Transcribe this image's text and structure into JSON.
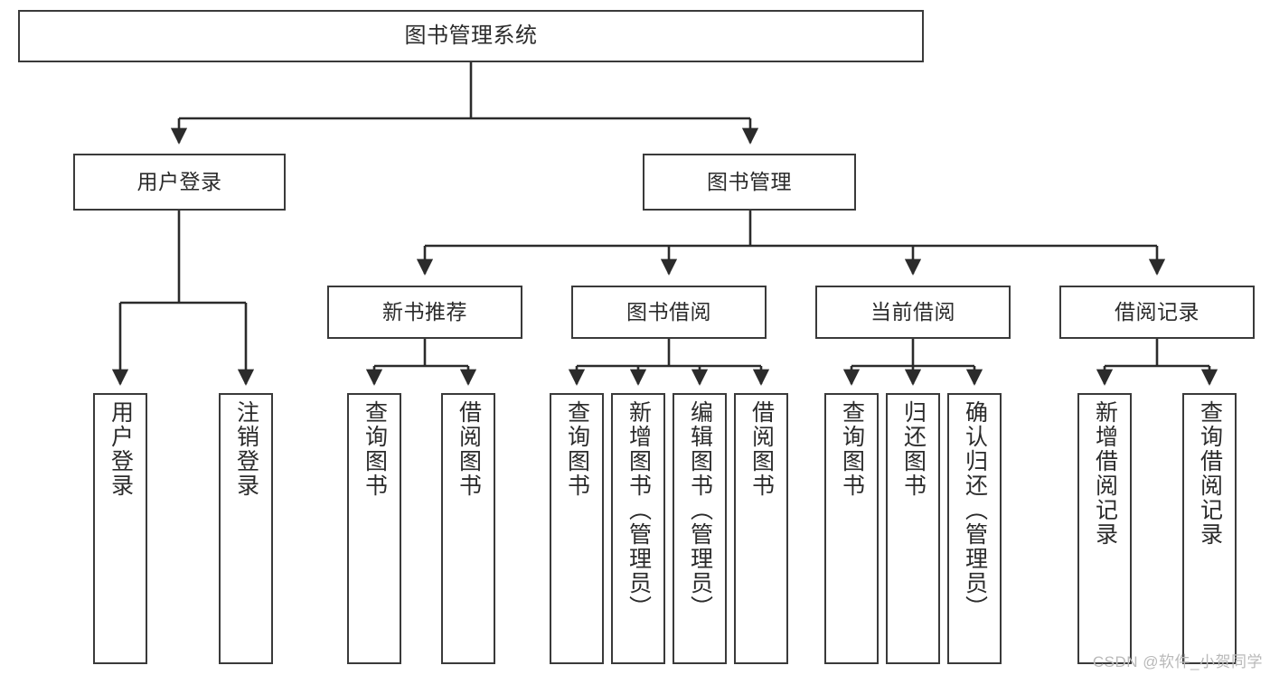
{
  "diagram": {
    "title": "图书管理系统",
    "watermark": "CSDN @软件_小贺同学",
    "colors": {
      "border": "#3a3a3a",
      "text": "#2b2b2b",
      "background": "#ffffff",
      "connector": "#2b2b2b",
      "watermark": "#b9b9b9"
    },
    "type": "tree",
    "levels": 4,
    "root": {
      "label": "图书管理系统"
    },
    "level2": [
      {
        "label": "用户登录"
      },
      {
        "label": "图书管理"
      }
    ],
    "level3": [
      {
        "label": "新书推荐"
      },
      {
        "label": "图书借阅"
      },
      {
        "label": "当前借阅"
      },
      {
        "label": "借阅记录"
      }
    ],
    "leaves": {
      "user_login": [
        {
          "label": "用户登录"
        },
        {
          "label": "注销登录"
        }
      ],
      "new_book_recommend": [
        {
          "label": "查询图书"
        },
        {
          "label": "借阅图书"
        }
      ],
      "book_borrow": [
        {
          "label": "查询图书"
        },
        {
          "label": "新增图书（管理员）"
        },
        {
          "label": "编辑图书（管理员）"
        },
        {
          "label": "借阅图书"
        }
      ],
      "current_borrow": [
        {
          "label": "查询图书"
        },
        {
          "label": "归还图书"
        },
        {
          "label": "确认归还（管理员）"
        }
      ],
      "borrow_record": [
        {
          "label": "新增借阅记录"
        },
        {
          "label": "查询借阅记录"
        }
      ]
    }
  }
}
